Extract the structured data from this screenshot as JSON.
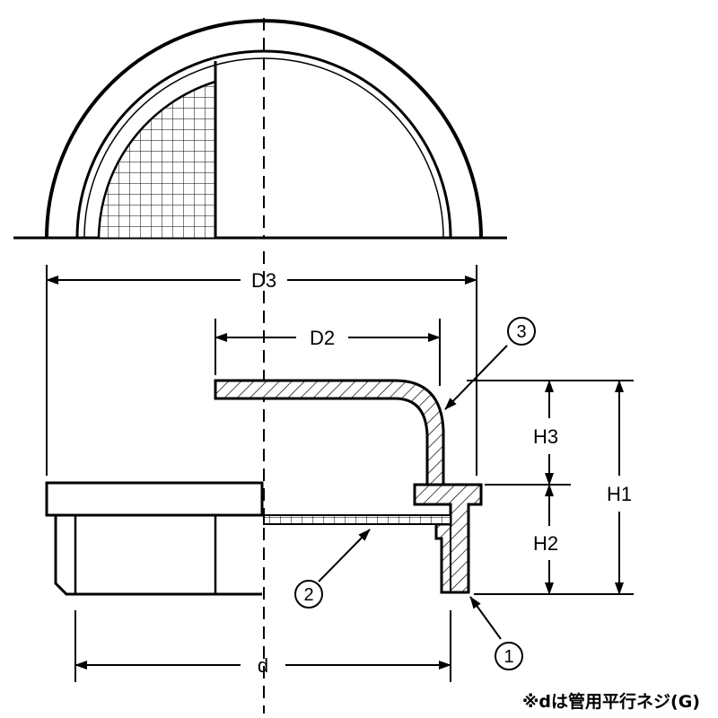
{
  "dimensions": {
    "d3": "D3",
    "d2": "D2",
    "d": "d",
    "h1": "H1",
    "h2": "H2",
    "h3": "H3"
  },
  "callouts": {
    "part1": "1",
    "part2": "2",
    "part3": "3"
  },
  "note": "※dは管用平行ネジ(G)"
}
